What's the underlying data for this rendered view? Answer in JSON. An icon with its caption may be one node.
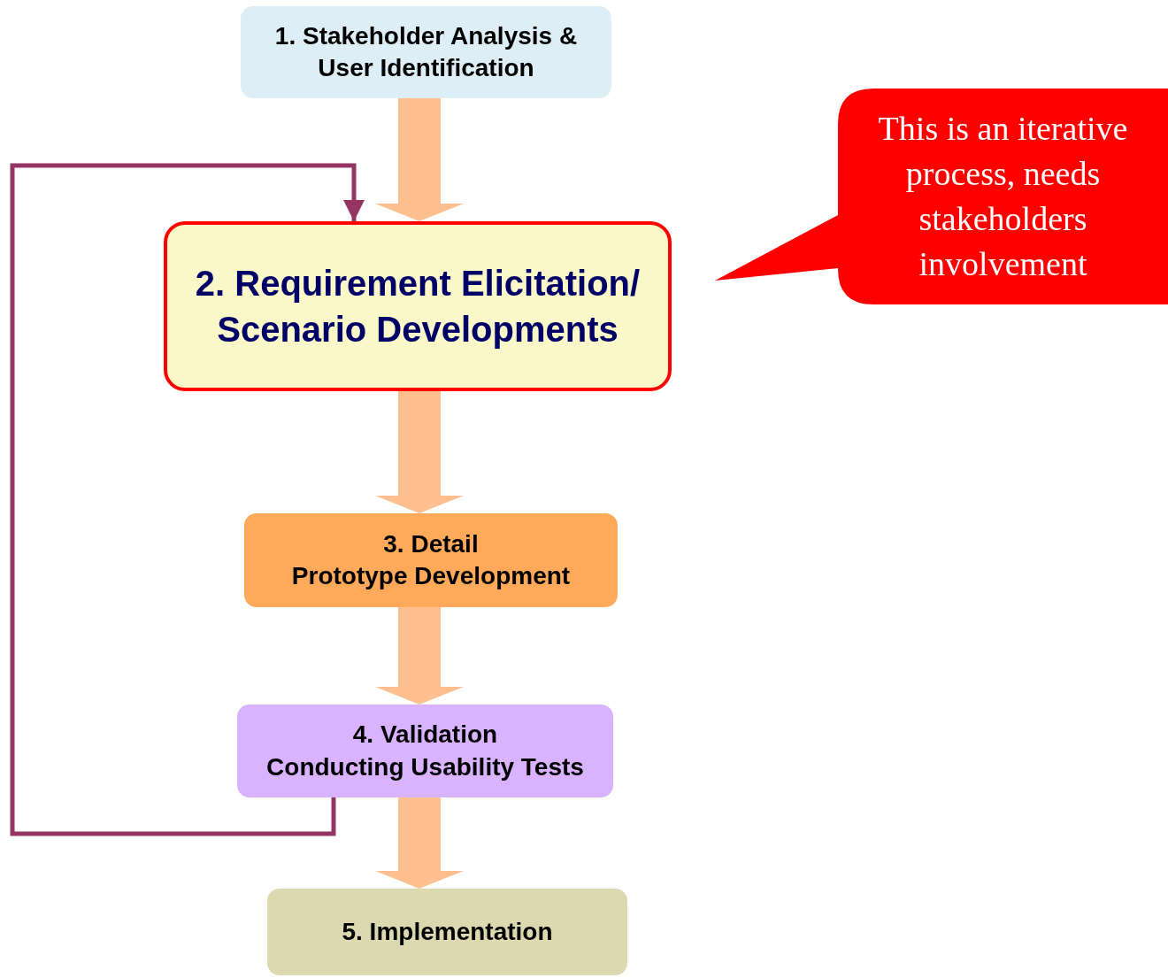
{
  "diagram": {
    "nodes": [
      {
        "text": [
          "1. Stakeholder Analysis & User Identification"
        ]
      },
      {
        "text": [
          "2. Requirement Elicitation/ Scenario Developments"
        ]
      },
      {
        "text": [
          "3. Detail",
          "Prototype Development"
        ]
      },
      {
        "text": [
          "4. Validation",
          "Conducting Usability Tests"
        ]
      },
      {
        "text": [
          "5. Implementation"
        ]
      },
      {
        "text": [
          "This is an iterative process, needs stakeholders involvement"
        ]
      }
    ],
    "edges": [
      {
        "from": 0,
        "to": 1,
        "arrow": "to"
      },
      {
        "from": 1,
        "to": 2,
        "arrow": "to"
      },
      {
        "from": 2,
        "to": 3,
        "arrow": "to"
      },
      {
        "from": 3,
        "to": 4,
        "arrow": "to"
      },
      {
        "from": 3,
        "to": 1,
        "arrow": "to",
        "color": "#943462"
      }
    ]
  }
}
